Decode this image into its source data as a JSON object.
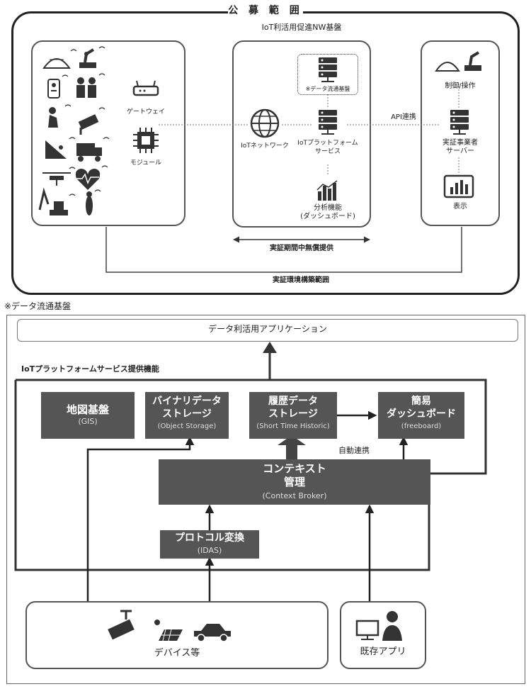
{
  "top": {
    "scope_title": "公 募 範 囲",
    "nw_title": "IoT利活用促進NW基盤",
    "gateway": "ゲートウェイ",
    "module": "モジュール",
    "iot_network": "IoTネットワーク",
    "data_hub": "※データ流通基盤",
    "platform_service_l1": "IoTプラットフォーム",
    "platform_service_l2": "サービス",
    "analysis_l1": "分析機能",
    "analysis_l2": "(ダッシュボード)",
    "api": "API連携",
    "control": "制御/操作",
    "operator_server_l1": "実証事業者",
    "operator_server_l2": "サーバー",
    "display": "表示",
    "free_period": "実証期間中無償提供",
    "env_scope": "実証環境構築範囲"
  },
  "note": "※データ流通基盤",
  "bottom": {
    "app": "データ利活用アプリケーション",
    "features_title": "IoTプラットフォームサービス提供機能",
    "gis_l1": "地図基盤",
    "gis_l2": "(GIS)",
    "binary_l1": "バイナリデータ",
    "binary_l2": "ストレージ",
    "binary_l3": "(Object Storage)",
    "history_l1": "履歴データ",
    "history_l2": "ストレージ",
    "history_l3": "(Short Time Historic)",
    "dash_l1": "簡易",
    "dash_l2": "ダッシュボード",
    "dash_l3": "(freeboard)",
    "auto": "自動連携",
    "context_l1": "コンテキスト",
    "context_l2": "管理",
    "context_l3": "(Context Broker)",
    "protocol_l1": "プロトコル変換",
    "protocol_l2": "(IDAS)",
    "devices": "デバイス等",
    "existing": "既存アプリ"
  },
  "colors": {
    "dark_box": "#555555",
    "line": "#222222"
  }
}
